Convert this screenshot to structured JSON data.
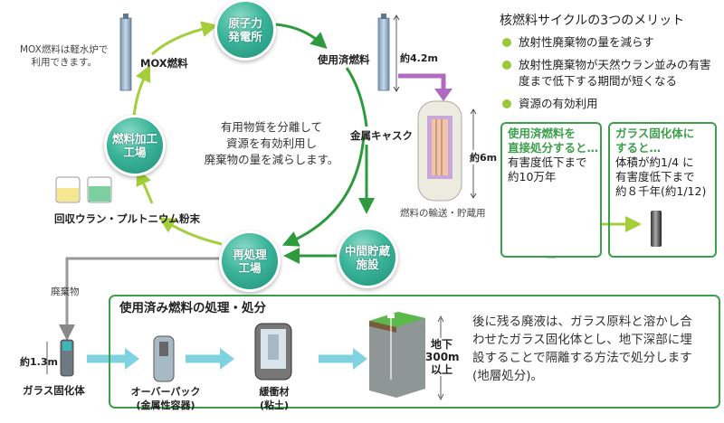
{
  "cycle": {
    "nodes": {
      "power_plant": "原子力\n発電所",
      "interim_storage": "中間貯蔵\n施設",
      "reprocessing": "再処理\n工場",
      "fuel_fabrication": "燃料加工\n工場"
    },
    "labels": {
      "mox_fuel": "MOX燃料",
      "mox_note": "MOX燃料は軽水炉で\n利用できます。",
      "spent_fuel": "使用済燃料",
      "spent_fuel_height": "約4.2m",
      "metal_cask": "金属キャスク",
      "cask_height": "約6m",
      "cask_caption": "燃料の輸送・貯蔵用",
      "recovered_powder": "回収ウラン・プルトニウム粉末",
      "center_text": "有用物質を分離して\n資源を有効利用し\n廃棄物の量を減らします。",
      "waste": "廃棄物",
      "glass_height": "約1.3m",
      "glass_body": "ガラス固化体"
    }
  },
  "merits": {
    "title": "核燃料サイクルの3つのメリット",
    "items": [
      "放射性廃棄物の量を減らす",
      "放射性廃棄物が天然ウラン並みの有害\n度まで低下する期間が短くなる",
      "資源の有効利用"
    ],
    "bullet_color": "#9bc83a"
  },
  "comparison": {
    "direct": {
      "head": "使用済燃料を\n直接処分すると…",
      "body": "有害度低下まで\n約10万年"
    },
    "vitrified": {
      "head": "ガラス固化体に\nすると…",
      "body": "体積が約1/4 に\n有害度低下まで\n約８千年(約1/12)"
    }
  },
  "disposal": {
    "title": "使用済み燃料の処理・処分",
    "overpack": "オーバーパック\n(金属性容器)",
    "buffer": "緩衝材\n(粘土)",
    "depth": "地下\n300m\n以上",
    "description": "後に残る廃液は、ガラス原料と溶かし合\nわせたガラス固化体とし、地下深部に埋\n設することで隔離する方法で処分します\n(地層処分)。"
  },
  "colors": {
    "node_teal": "#2fa88c",
    "light_green_arrow": "#a5cf3a",
    "dark_green_arrow": "#2e9a3e",
    "purple_arrow": "#b06ac0",
    "cyan_arrow": "#7fd3e0",
    "box_border": "#3aa04a"
  }
}
